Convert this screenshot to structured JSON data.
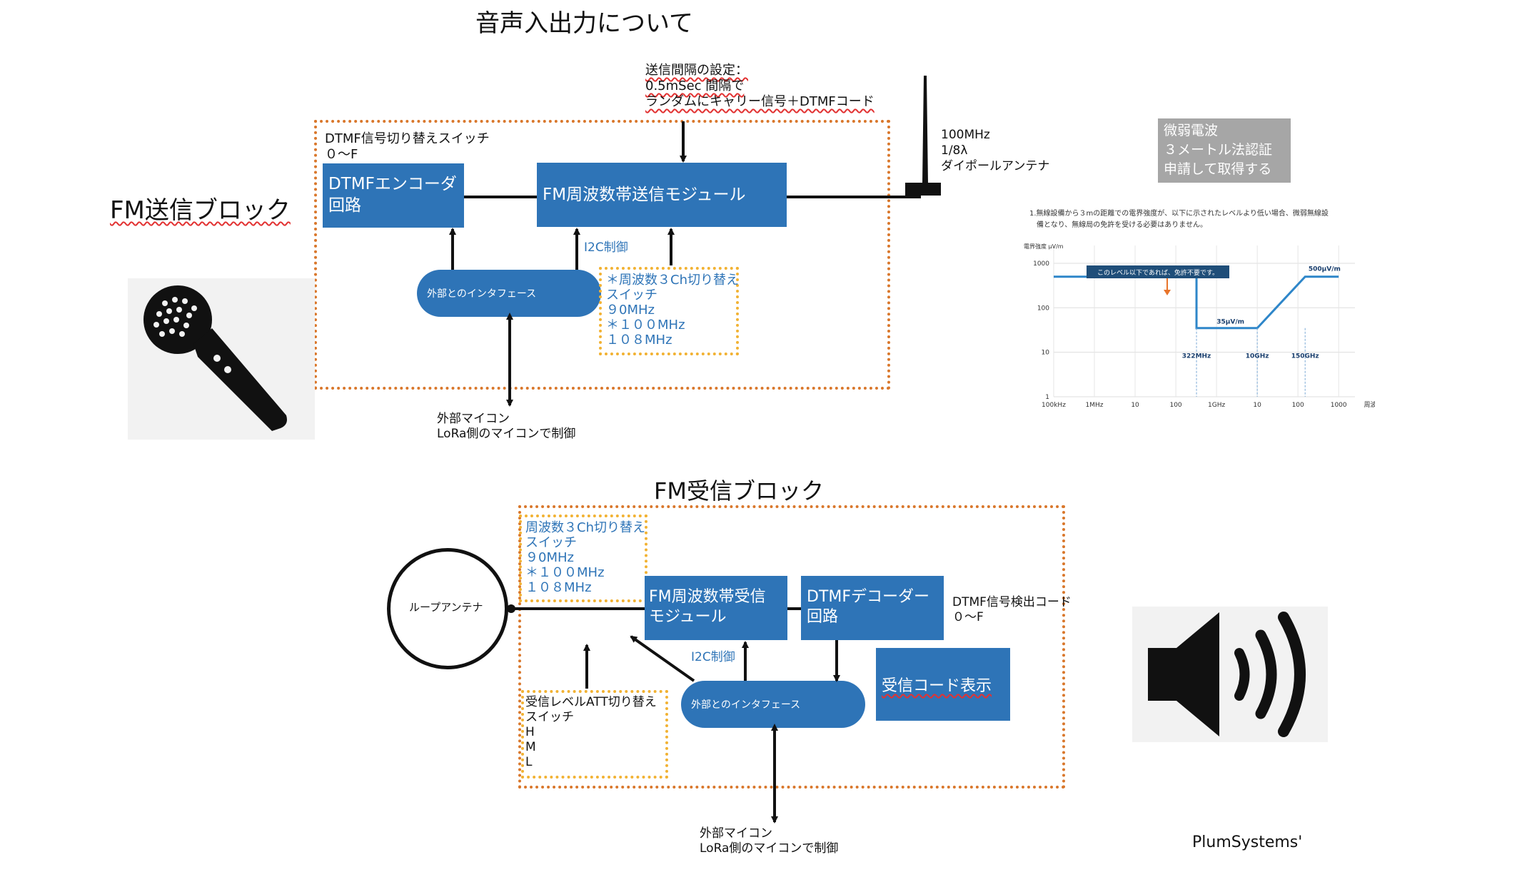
{
  "title": "音声入出力について",
  "tx": {
    "block_label": "FM送信ブロック",
    "interval_note": "送信間隔の設定：\n0.5mSec 間隔で\nランダムにキャリー信号＋DTMFコード",
    "dtmf_switch_label": "DTMF信号切り替えスイッチ\n０〜F",
    "encoder": "DTMFエンコーダ\n回路",
    "module": "FM周波数帯送信モジュール",
    "antenna_label": "100MHz\n1/8λ\nダイポールアンテナ",
    "i2c": "I2C制御",
    "interface": "外部とのインタフェース",
    "freq_switch": "＊周波数３Ch切り替え\nスイッチ\n９0MHz\n＊１００MHz\n１０８MHz",
    "mcu": "外部マイコン\nLoRa側のマイコンで制御"
  },
  "weak_radio": {
    "badge": "微弱電波\n３メートル法認証\n申請して取得する",
    "description": "1.無線設備から３mの距離での電界強度が、以下に示されたレベルより低い場合、微弱無線設\n　備となり、無線局の免許を受ける必要はありません。"
  },
  "chart_data": {
    "type": "line",
    "ylabel": "電界強度 μV/m",
    "xlabel": "周波数",
    "y_ticks": [
      "1000",
      "100",
      "10",
      "1"
    ],
    "x_ticks": [
      "100kHz",
      "1MHz",
      "10",
      "100",
      "1GHz",
      "10",
      "100",
      "1000"
    ],
    "log_scale": true,
    "callout": "このレベル以下であれば、免許不要です。",
    "series": [
      {
        "x": [
          "100kHz",
          "322MHz",
          "322MHz",
          "10GHz",
          "150GHz",
          "1000GHz"
        ],
        "y": [
          500,
          500,
          35,
          35,
          500,
          500
        ]
      }
    ],
    "annotations": [
      {
        "text": "500μV/m"
      },
      {
        "text": "35μV/m"
      },
      {
        "text": "500μV/m"
      },
      {
        "text": "322MHz"
      },
      {
        "text": "10GHz"
      },
      {
        "text": "150GHz"
      }
    ]
  },
  "rx": {
    "block_label": "FM受信ブロック",
    "freq_switch": "周波数３Ch切り替え\nスイッチ\n９0MHz\n＊１００MHz\n１０８MHz",
    "loop_antenna": "ループアンテナ",
    "module": "FM周波数帯受信\nモジュール",
    "decoder": "DTMFデコーダー\n回路",
    "dtmf_detect": "DTMF信号検出コード\n０〜F",
    "i2c": "I2C制御",
    "interface": "外部とのインタフェース",
    "code_display": "受信コード表示",
    "att_switch": "受信レベルATT切り替え\nスイッチ\nH\nM\nL",
    "mcu": "外部マイコン\nLoRa側のマイコンで制御"
  },
  "footer": "PlumSystems'",
  "icons": {
    "mic": "microphone-icon",
    "speaker": "speaker-icon"
  },
  "colors": {
    "blue": "#2e74b7",
    "orange": "#d9772b",
    "yellow": "#f2b233",
    "gray": "#a6a6a6"
  }
}
